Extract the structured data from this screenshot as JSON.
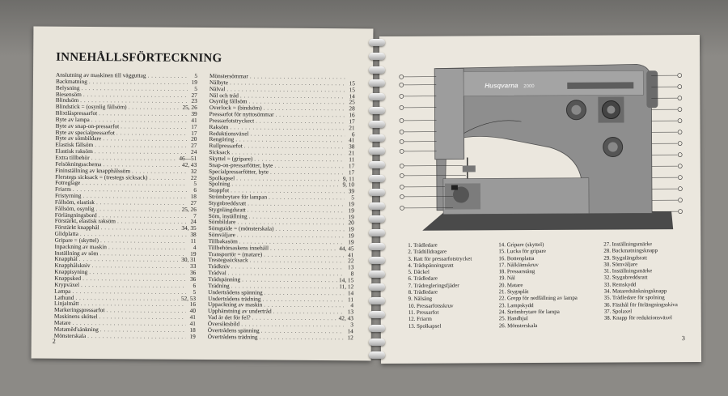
{
  "left_page": {
    "title": "INNEHÅLLSFÖRTECKNING",
    "page_number": "2",
    "column_a": [
      {
        "t": "Anslutning av maskinen till vägguttag",
        "p": "5"
      },
      {
        "t": "Backmatning",
        "p": "19"
      },
      {
        "t": "Belysning",
        "p": "5"
      },
      {
        "t": "Biesensöm",
        "p": "27"
      },
      {
        "t": "Blindsöm",
        "p": "23"
      },
      {
        "t": "Blindstick = (osynlig fållsöm)",
        "p": "25, 26"
      },
      {
        "t": "Blixtlåspressarfot",
        "p": "39"
      },
      {
        "t": "Byte av lampa",
        "p": "41"
      },
      {
        "t": "Byte av snap-on-pressarfot",
        "p": "17"
      },
      {
        "t": "Byte av specialpressarfot",
        "p": "17"
      },
      {
        "t": "Byte av sömbildare",
        "p": "20"
      },
      {
        "t": "Elastisk fållsöm",
        "p": "27"
      },
      {
        "t": "Elastisk raksöm",
        "p": "24"
      },
      {
        "t": "Extra tillbehör",
        "p": "46—51"
      },
      {
        "t": "Felsökningsschema",
        "p": "42, 43"
      },
      {
        "t": "Fininställning av knapphålssöm",
        "p": "32"
      },
      {
        "t": "Flerstegs sicksack = (trestegs sicksack)",
        "p": "22"
      },
      {
        "t": "Fotreglage",
        "p": "5"
      },
      {
        "t": "Friarm",
        "p": "6"
      },
      {
        "t": "Fristyrning",
        "p": "18"
      },
      {
        "t": "Fållsöm, elastisk",
        "p": "27"
      },
      {
        "t": "Fållsöm, osynlig",
        "p": "25, 26"
      },
      {
        "t": "Förlängningsbord",
        "p": "7"
      },
      {
        "t": "Förstärkt, elastisk raksöm",
        "p": "24"
      },
      {
        "t": "Förstärkt knapphål",
        "p": "34, 35"
      },
      {
        "t": "Glidplatta",
        "p": "38"
      },
      {
        "t": "Gripare = (skyttel)",
        "p": "11"
      },
      {
        "t": "Inpackning av maskin",
        "p": "4"
      },
      {
        "t": "Inställning av söm",
        "p": "19"
      },
      {
        "t": "Knapphål",
        "p": "30, 31"
      },
      {
        "t": "Knapphålskniv",
        "p": "33"
      },
      {
        "t": "Knappisyning",
        "p": "36"
      },
      {
        "t": "Knappsked",
        "p": "36"
      },
      {
        "t": "Krypväxel",
        "p": "6"
      },
      {
        "t": "Lampa",
        "p": "5"
      },
      {
        "t": "Lathund",
        "p": "52, 53"
      },
      {
        "t": "Linjalmått",
        "p": "16"
      },
      {
        "t": "Markeringspressarfot",
        "p": "40"
      },
      {
        "t": "Maskinens skötsel",
        "p": "41"
      },
      {
        "t": "Matare",
        "p": "41"
      },
      {
        "t": "Mataměďsänkning",
        "p": "18"
      },
      {
        "t": "Mönsterskala",
        "p": "19"
      }
    ],
    "column_b": [
      {
        "t": "Mönstersömmar",
        "p": ""
      },
      {
        "t": "Nålbyte",
        "p": "15"
      },
      {
        "t": "Nålval",
        "p": "15"
      },
      {
        "t": "Nål och tråd",
        "p": "14"
      },
      {
        "t": "Osynlig fållsöm",
        "p": "25"
      },
      {
        "t": "Overlock = (bindsöm)",
        "p": "28"
      },
      {
        "t": "Pressarfot för nyttosömmar",
        "p": "16"
      },
      {
        "t": "Pressarfotstryckect",
        "p": "17"
      },
      {
        "t": "Raksöm",
        "p": "21"
      },
      {
        "t": "Reduktionsväxel",
        "p": "6"
      },
      {
        "t": "Rengöring",
        "p": "41"
      },
      {
        "t": "Rullpressarfot",
        "p": "38"
      },
      {
        "t": "Sicksack",
        "p": "21"
      },
      {
        "t": "Skyttel = (gripare)",
        "p": "11"
      },
      {
        "t": "Snap-on-pressarfötter, byte",
        "p": "17"
      },
      {
        "t": "Specialpressarfötter, byte",
        "p": "17"
      },
      {
        "t": "Spolkapsel",
        "p": "9, 11"
      },
      {
        "t": "Spolning",
        "p": "9, 10"
      },
      {
        "t": "Stoppfot",
        "p": "39"
      },
      {
        "t": "Strömbrytare för lampan",
        "p": "5"
      },
      {
        "t": "Stygnbreddsratt",
        "p": "19"
      },
      {
        "t": "Stygnlängdsratt",
        "p": "19"
      },
      {
        "t": "Söm, inställning",
        "p": "19"
      },
      {
        "t": "Sömbildare",
        "p": "20"
      },
      {
        "t": "Sömguide = (mönsterskala)",
        "p": "19"
      },
      {
        "t": "Sömväljare",
        "p": "19"
      },
      {
        "t": "Tillbakasöm",
        "p": "19"
      },
      {
        "t": "Tillbehörsaskens innehåll",
        "p": "44, 45"
      },
      {
        "t": "Transportör = (matare)",
        "p": "41"
      },
      {
        "t": "Trestegssicksack",
        "p": "22"
      },
      {
        "t": "Trådkniv",
        "p": "13"
      },
      {
        "t": "Trådval",
        "p": "8"
      },
      {
        "t": "Trådspänning",
        "p": "14, 15"
      },
      {
        "t": "Trädning",
        "p": "11, 12"
      },
      {
        "t": "Undertrådens spänning",
        "p": "14"
      },
      {
        "t": "Undertrådens trädning",
        "p": "11"
      },
      {
        "t": "Uppackning av maskin",
        "p": "4"
      },
      {
        "t": "Upphämtning av undertråd",
        "p": "13"
      },
      {
        "t": "Vad är det för fel?",
        "p": "42, 43"
      },
      {
        "t": "Översiktsbild",
        "p": "3"
      },
      {
        "t": "Övertrådens spänning",
        "p": "14"
      },
      {
        "t": "Övertrådens trädning",
        "p": "12"
      }
    ]
  },
  "right_page": {
    "page_number": "3",
    "machine_brand": "Husqvarna",
    "machine_model": "2000",
    "legend_a": [
      "1. Trådledare",
      "2. Trådtilldragare",
      "3. Ratt för pressarfotstrycket",
      "4. Trådspänningsratt",
      "5. Däckel",
      "6. Trådledare",
      "7. Trådregleringsfjäder",
      "8. Trådledare",
      "9. Nålsäng",
      "10. Pressarfotsskruv",
      "11. Pressarfot",
      "12. Friarm",
      "13. Spolkapsel"
    ],
    "legend_b": [
      "14. Gripare (skyttel)",
      "15. Lucka för gripare",
      "16. Bottenplatta",
      "17. Nålklämskruv",
      "18. Pressarstång",
      "19. Nål",
      "20. Matare",
      "21. Stygnplåt",
      "22. Grepp för nedfällning av lampa",
      "23. Lampskydd",
      "24. Strömbrytare för lampa",
      "25. Handhjul",
      "26. Mönsterskala"
    ],
    "legend_c": [
      "27. Inställningsmärke",
      "28. Backmatningsknapp",
      "29. Stygnlängdsratt",
      "30. Sömväljare",
      "31. Inställningsmärke",
      "32. Stygnbreddsratt",
      "33. Remskydd",
      "34. Mataredsänkningsknapp",
      "35. Trådledare för spolning",
      "36. Fästhål för förlängningsskiva",
      "37. Spolaxel",
      "38. Knapp för reduktionsväxel"
    ]
  }
}
